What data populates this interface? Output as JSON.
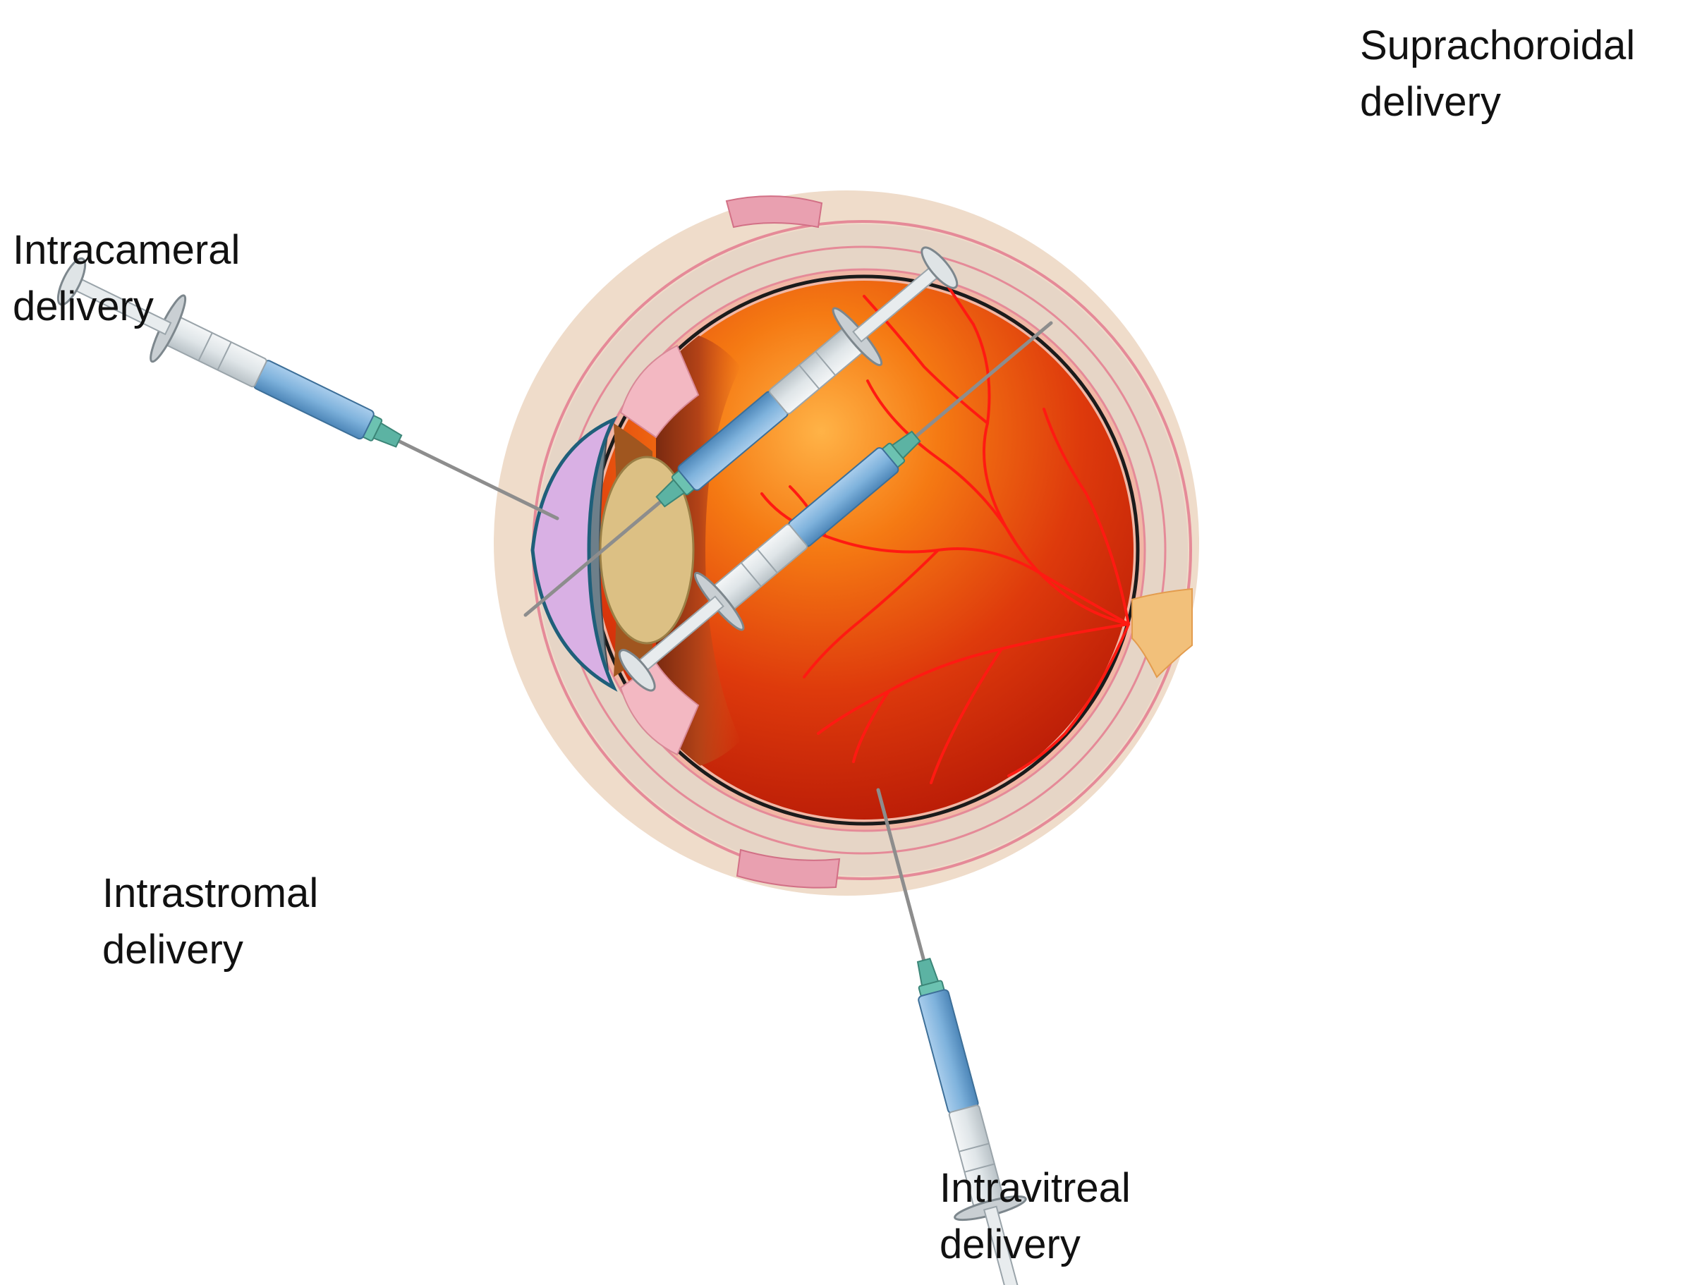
{
  "routes": [
    {
      "id": "supra",
      "line1": "Suprachoroidal",
      "line2": "delivery"
    },
    {
      "id": "cam",
      "line1": "Intracameral",
      "line2": "delivery"
    },
    {
      "id": "stroma",
      "line1": "Intrastromal",
      "line2": "delivery"
    },
    {
      "id": "vit",
      "line1": "Intravitreal",
      "line2": "delivery"
    }
  ],
  "colors": {
    "background": "#ffffff",
    "outer_tissue": "#efdcca",
    "sclera": "#e3d2c2",
    "sclera_line": "#e58a98",
    "retina_red": "#c8200a",
    "vitreous_glow": "#ff9a1c",
    "blood_vessel": "#ff1a12",
    "cornea": "#d9b0e4",
    "lens": "#dcc084",
    "iris": "#6d7f8a",
    "syringe_barrel": "#7eb2dc",
    "syringe_hub": "#5cb3a3",
    "needle": "#8d8d8d",
    "optic_nerve": "#f2c07a",
    "text": "#111111"
  }
}
